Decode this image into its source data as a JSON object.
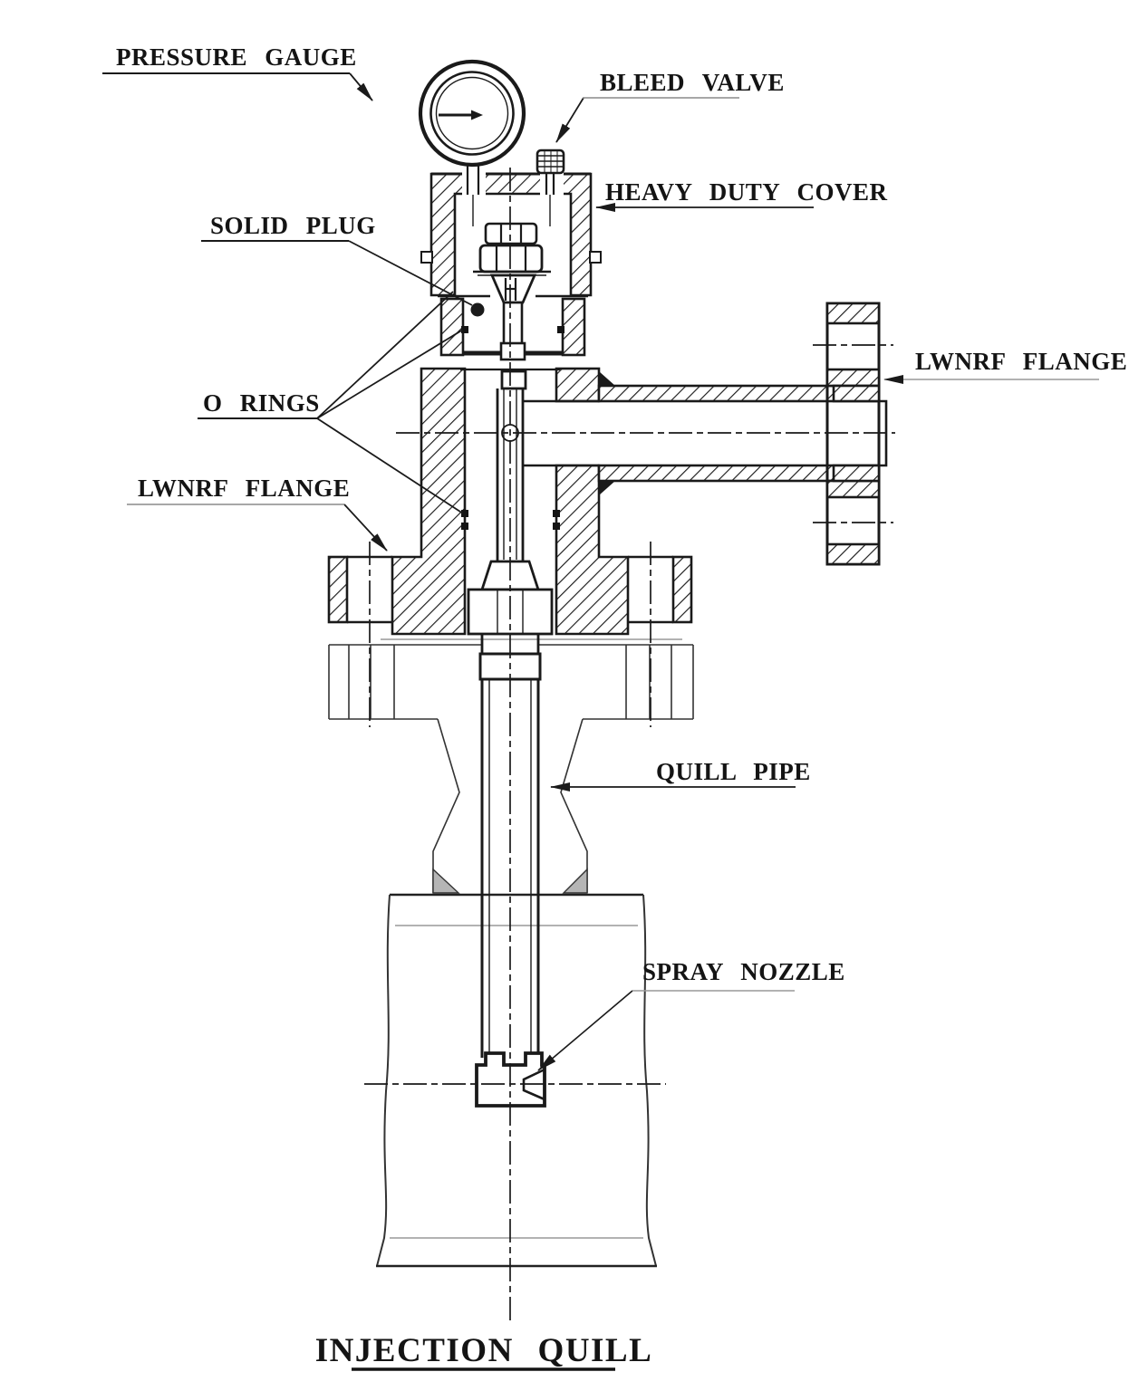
{
  "diagram": {
    "title": "INJECTION QUILL",
    "labels": {
      "pressure_gauge": "PRESSURE GAUGE",
      "bleed_valve": "BLEED VALVE",
      "heavy_duty_cover": "HEAVY DUTY COVER",
      "solid_plug": "SOLID PLUG",
      "o_rings": "O RINGS",
      "lwnrf_flange_right": "LWNRF FLANGE",
      "lwnrf_flange_left": "LWNRF FLANGE",
      "quill_pipe": "QUILL PIPE",
      "spray_nozzle": "SPRAY NOZZLE"
    },
    "colors": {
      "line": "#1a1a1a",
      "leader_gray": "#999999",
      "weld_fill": "#b5b5b5",
      "background": "#ffffff"
    }
  }
}
